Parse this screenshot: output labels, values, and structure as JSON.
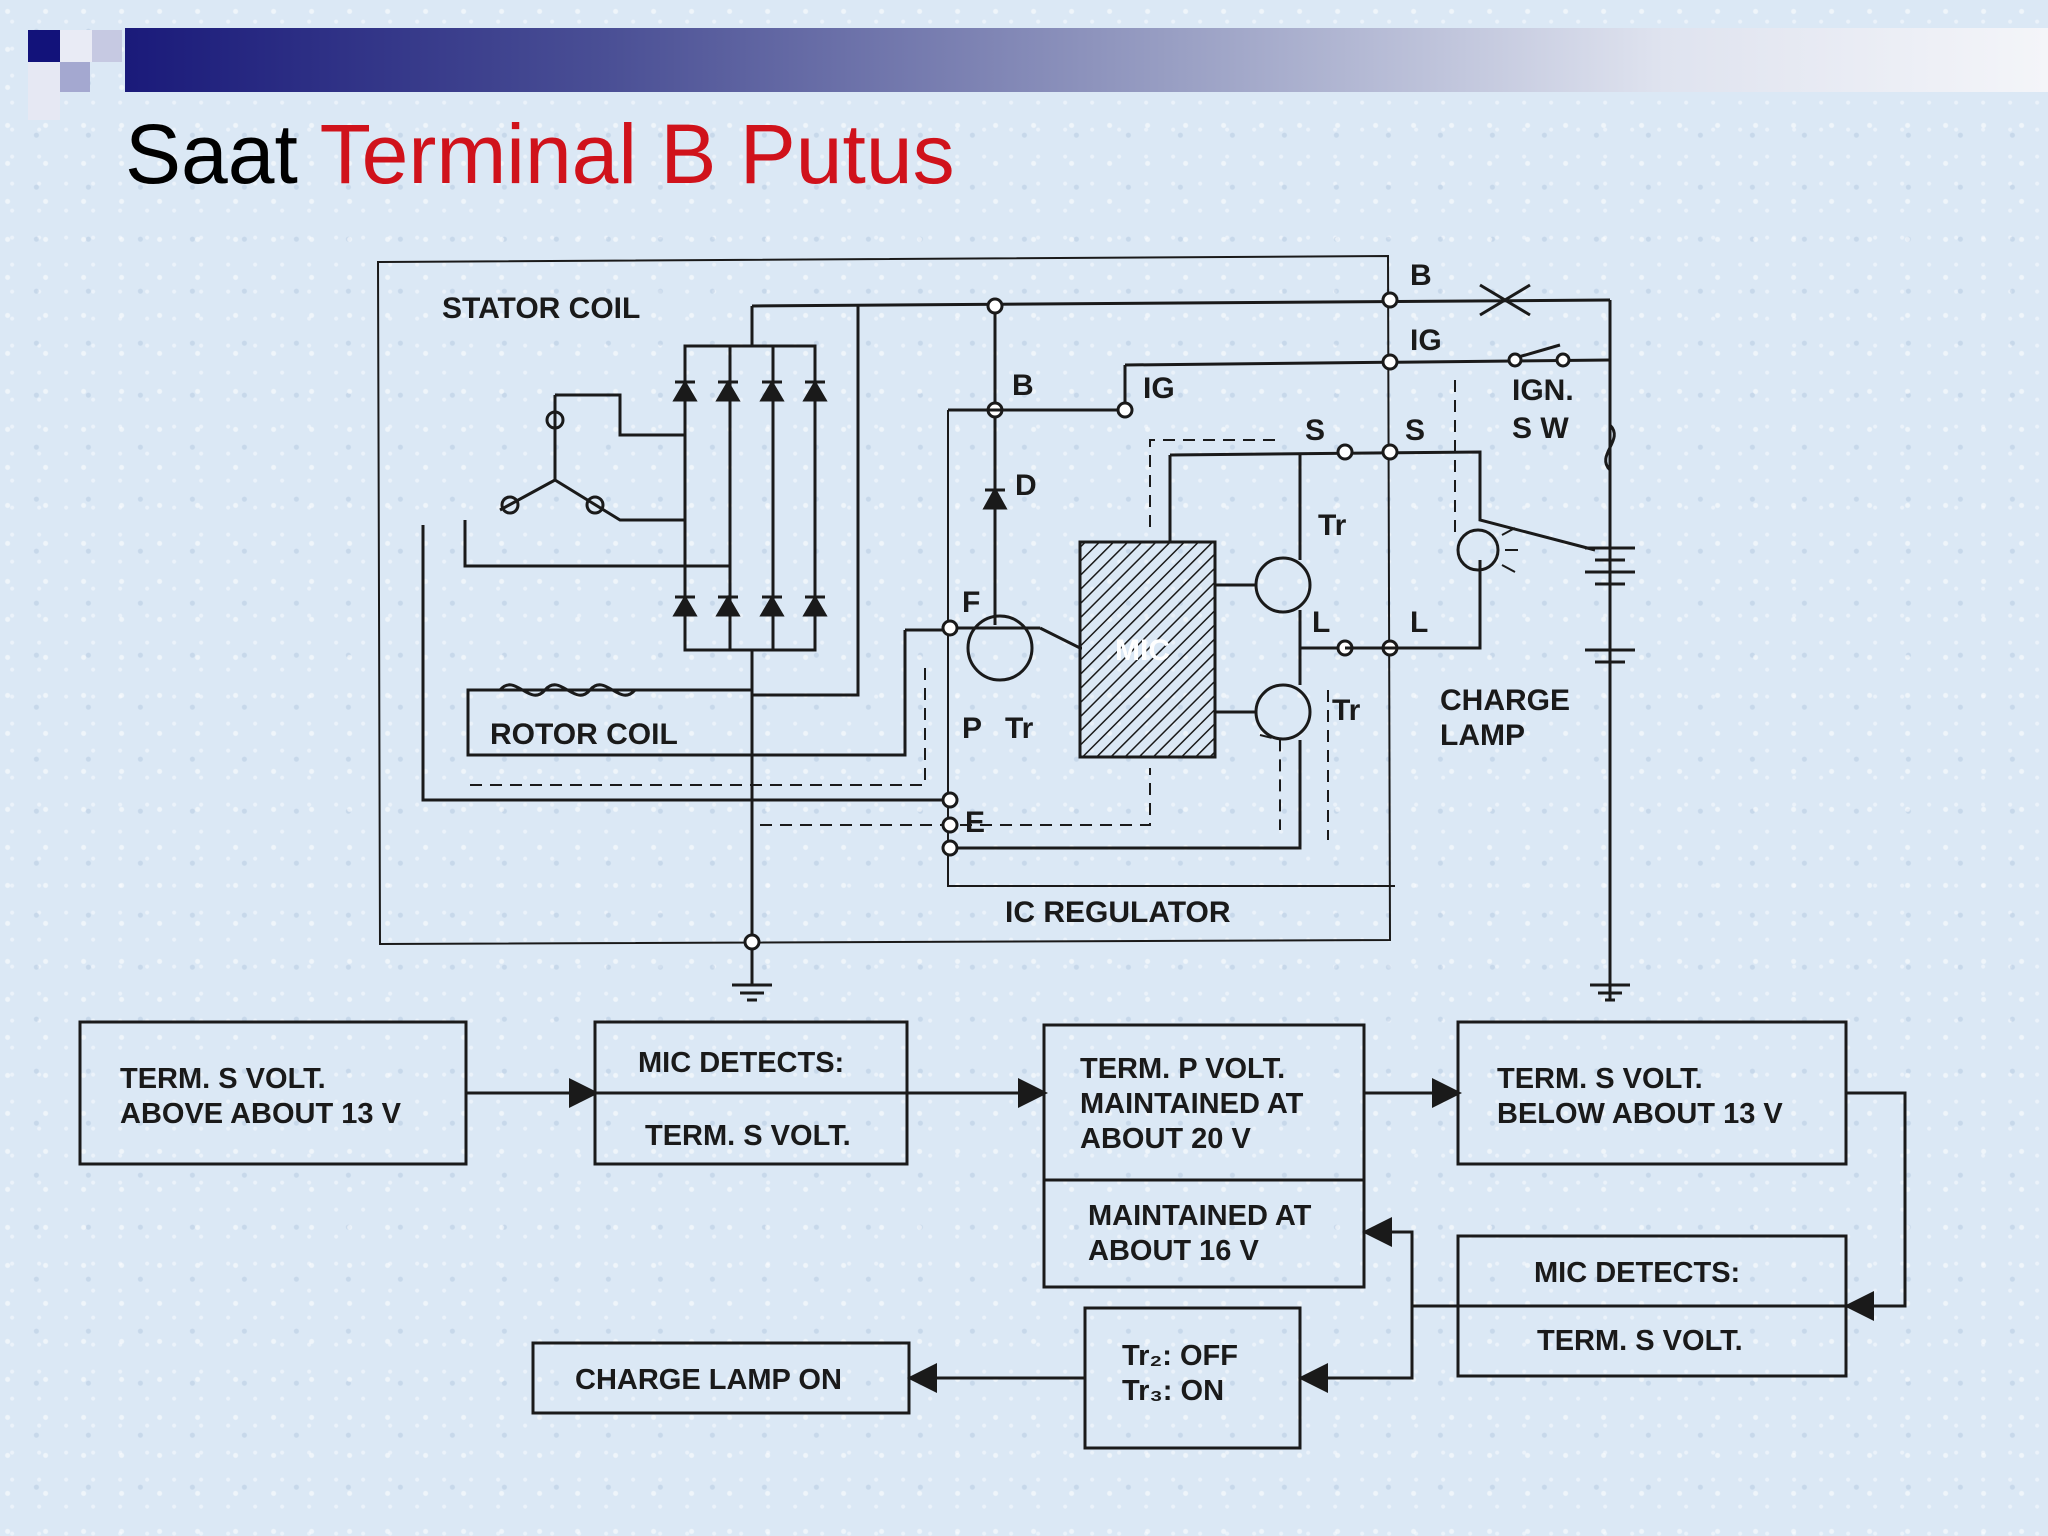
{
  "slide": {
    "title_prefix": "Saat",
    "title_highlight": "Terminal B Putus",
    "title_colors": {
      "prefix": "#000000",
      "highlight": "#d0121b"
    },
    "header_bar_colors": [
      "#1a1a7a",
      "#f4f5f9"
    ]
  },
  "circuit": {
    "stator_coil": "STATOR COIL",
    "rotor_coil": "ROTOR COIL",
    "ic_regulator": "IC REGULATOR",
    "mic": "MIC",
    "charge_lamp_line1": "CHARGE",
    "charge_lamp_line2": "LAMP",
    "ign_sw_line1": "IGN.",
    "ign_sw_line2": "S W",
    "terminals": {
      "b_outer": "B",
      "ig_outer": "IG",
      "s_outer": "S",
      "l_outer": "L",
      "b_inner": "B",
      "ig_inner": "IG",
      "s_inner": "S",
      "l_inner": "L",
      "f": "F",
      "p": "P",
      "e": "E",
      "d1": "D",
      "tr1": "Tr",
      "tr2": "Tr",
      "tr3": "Tr"
    }
  },
  "flow": {
    "box1_line1": "TERM. S VOLT.",
    "box1_line2": "ABOVE ABOUT 13 V",
    "box2_top": "MIC DETECTS:",
    "box2_bottom": "TERM. S VOLT.",
    "box3_line1": "TERM. P VOLT.",
    "box3_line2": "MAINTAINED AT",
    "box3_line3": "ABOUT 20 V",
    "box4_line1": "MAINTAINED AT",
    "box4_line2": "ABOUT 16 V",
    "box5_line1": "TERM. S VOLT.",
    "box5_line2": "BELOW ABOUT 13 V",
    "box6_top": "MIC DETECTS:",
    "box6_bottom": "TERM. S VOLT.",
    "box7_line1": "Tr₂: OFF",
    "box7_line2": "Tr₃: ON",
    "box8": "CHARGE LAMP ON"
  }
}
